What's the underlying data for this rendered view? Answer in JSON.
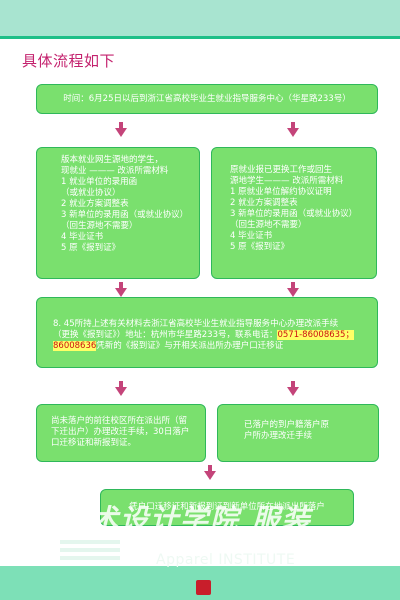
{
  "heading": "具体流程如下",
  "step1": "时间：6月25日以后到浙江省高校毕业生就业指导服务中心（华星路233号）",
  "left_column": {
    "lines": [
      "版本就业网生源地的学生，",
      "现就业 ——— 改派所需材料",
      "1  就业单位的录用函",
      "  （或就业协议）",
      "2  就业方案调整表",
      "3  新单位的录用函（或就业协议）",
      "  （回生源地不需要）",
      "4  毕业证书",
      "5  原《报到证》"
    ]
  },
  "right_column": {
    "lines": [
      "原就业报已更换工作或回生",
      "源地学生——— 改派所需材料",
      "1  原就业单位解约协议证明",
      "2  就业方案调整表",
      "3  新单位的录用函（或就业协议）",
      "  （回生源地不需要）",
      "4  毕业证书",
      "5  原《报到证》"
    ]
  },
  "step3": {
    "line1": "8. 45所持上述有关材料去浙江省高校毕业生就业指导服务中心办理改派手续",
    "line2_before": "（更换《报到证》）地址：杭州市华星路233号，联系电话：",
    "phone": "0571-86008635；",
    "line3_phone": "86008636",
    "line3_after": "凭新的《报到证》与开相关派出所办理户口迁移证"
  },
  "step4_left": {
    "lines": [
      "尚未落户的前往校区所在派出所（留",
      "下迁出户）办理改迁手续，30日落户",
      "口迁移证和新报到证。"
    ]
  },
  "step4_right": {
    "lines": [
      "已落户的到户籍落户原",
      "户所办理改迁手续"
    ]
  },
  "step5": "凭户口迁移证和新报到证到新单位所在地派出所落户",
  "watermark": {
    "cn": "艺术设计学院 服装",
    "en": "Apparel INSTITUTE"
  },
  "colors": {
    "box_fill": "#7ae06e",
    "box_border": "#2fb85a",
    "arrow": "#c4447a",
    "heading": "#c4226e",
    "top_band": "#a8e4d0",
    "bottom_band": "#7de0b7",
    "highlight": "#ffff66",
    "seal": "#c81e2b"
  }
}
